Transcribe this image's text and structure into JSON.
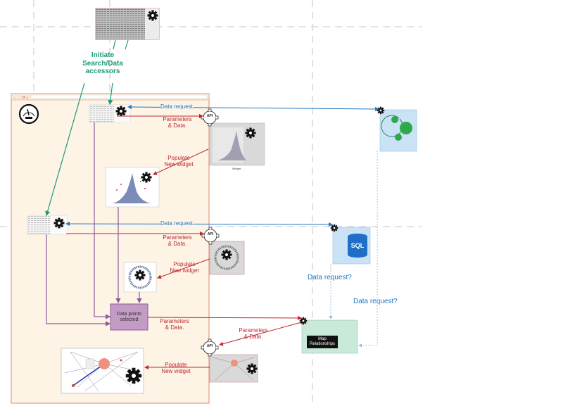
{
  "labels": {
    "initiate": "Initiate\nSearch/Data\naccessors",
    "data_request": "Data request",
    "data_request_q": "Data request?",
    "parameters": "Parameters\n& Data.",
    "populate": "Populate\nNew widget",
    "data_points": "Data points\nselected",
    "map_relationships": "Map\nRelationships",
    "sql": "SQL",
    "api": "API"
  },
  "colors": {
    "red": "#c0272d",
    "blue": "#1f78c8",
    "green": "#1a9a7a",
    "purple": "#8e5a9a",
    "panel_bg": "#fdf4e6",
    "panel_border": "#e0896a"
  }
}
